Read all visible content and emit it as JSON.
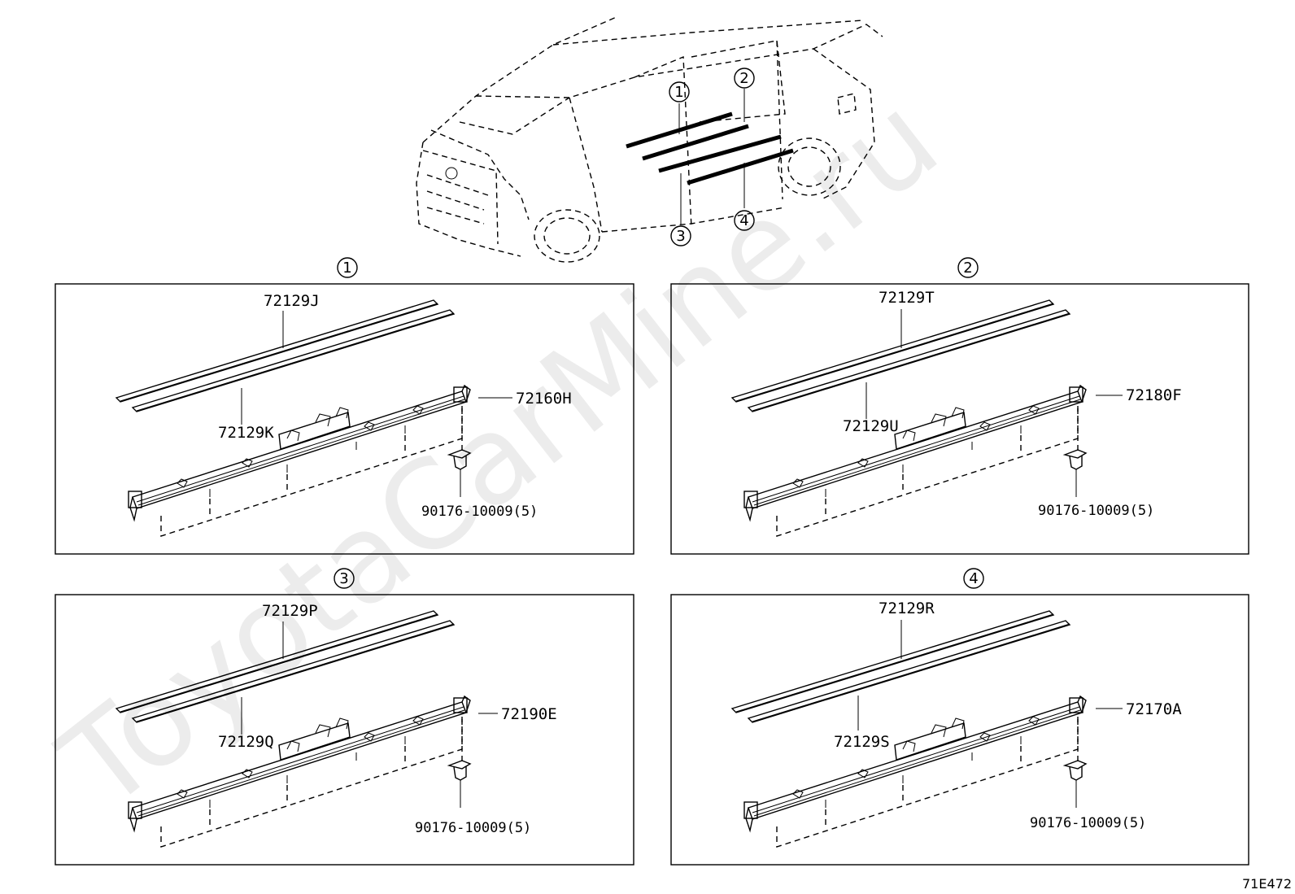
{
  "diagram_code": "71E472",
  "watermark": "ToyotaCarMine.ru",
  "overview": {
    "callouts": [
      {
        "num": "1"
      },
      {
        "num": "2"
      },
      {
        "num": "3"
      },
      {
        "num": "4"
      }
    ]
  },
  "panels": [
    {
      "num": "1",
      "top_strip": "72129J",
      "lower_strip": "72129K",
      "rail": "72160H",
      "clip": "90176-10009(5)"
    },
    {
      "num": "2",
      "top_strip": "72129T",
      "lower_strip": "72129U",
      "rail": "72180F",
      "clip": "90176-10009(5)"
    },
    {
      "num": "3",
      "top_strip": "72129P",
      "lower_strip": "72129Q",
      "rail": "72190E",
      "clip": "90176-10009(5)"
    },
    {
      "num": "4",
      "top_strip": "72129R",
      "lower_strip": "72129S",
      "rail": "72170A",
      "clip": "90176-10009(5)"
    }
  ]
}
